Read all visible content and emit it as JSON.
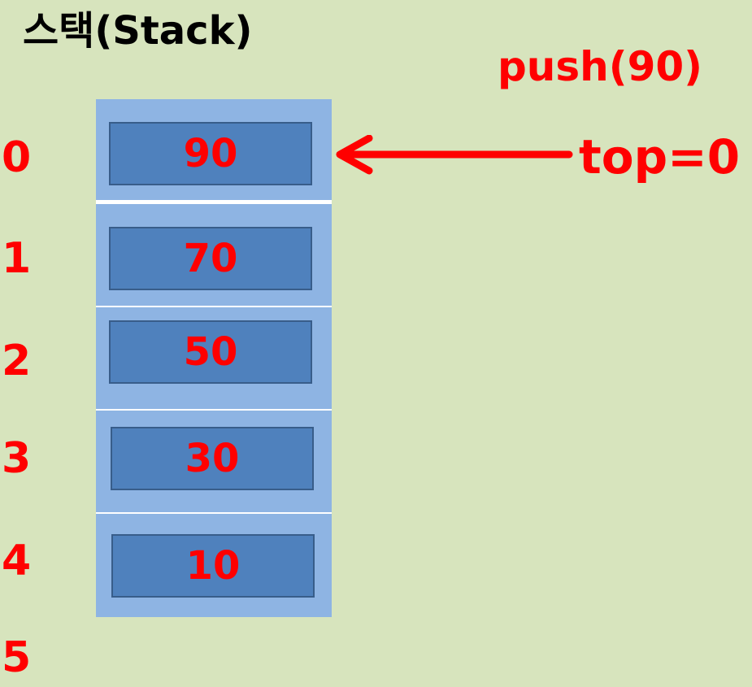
{
  "title": "스택(Stack)",
  "operation": "push(90)",
  "pointer_label": "top=0",
  "indices": [
    "0",
    "1",
    "2",
    "3",
    "4",
    "5"
  ],
  "stack_values": [
    "90",
    "70",
    "50",
    "30",
    "10"
  ],
  "colors": {
    "background": "#d7e4bd",
    "slot": "#8eb4e3",
    "cell": "#4f81bd",
    "cell_border": "#385d8a",
    "accent": "#ff0000"
  }
}
